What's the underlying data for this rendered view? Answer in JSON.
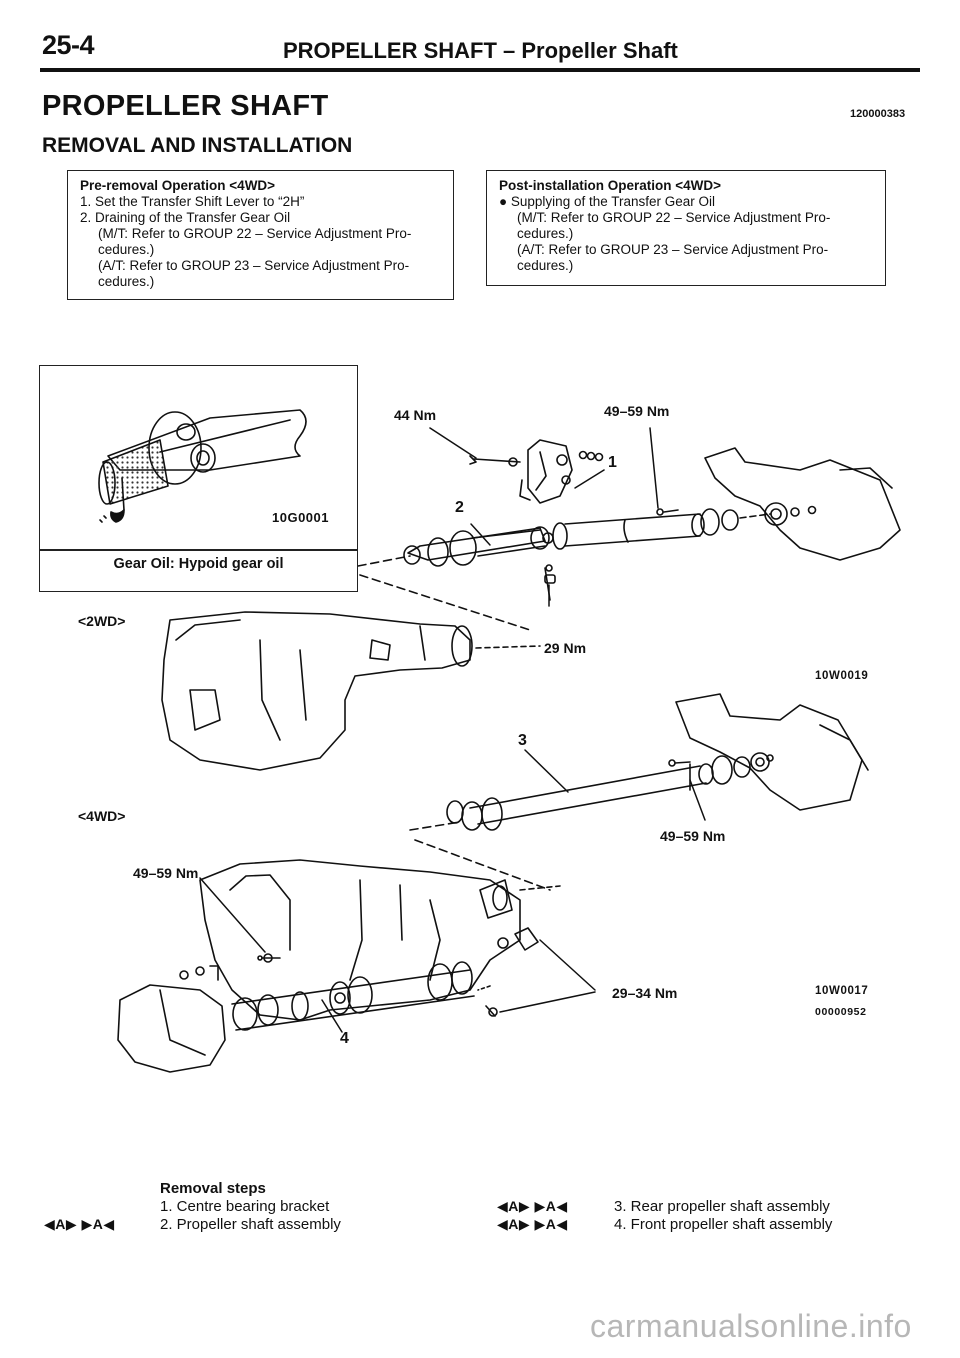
{
  "header": {
    "page_number": "25-4",
    "title": "PROPELLER SHAFT – Propeller Shaft"
  },
  "doc": {
    "title": "PROPELLER SHAFT",
    "code": "120000383",
    "subtitle": "REMOVAL AND INSTALLATION"
  },
  "pre_box": {
    "heading": "Pre-removal Operation <4WD>",
    "line1": "1. Set the Transfer Shift Lever to “2H”",
    "line2": "2. Draining of the Transfer Gear Oil",
    "line3": "(M/T: Refer to GROUP 22 – Service Adjustment Pro-",
    "line4": "cedures.)",
    "line5": "(A/T: Refer to GROUP 23 – Service Adjustment Pro-",
    "line6": "cedures.)"
  },
  "post_box": {
    "heading": "Post-installation Operation <4WD>",
    "line1": "● Supplying of the Transfer Gear Oil",
    "line2": "(M/T: Refer to GROUP 22 – Service Adjustment Pro-",
    "line3": "cedures.)",
    "line4": "(A/T: Refer to GROUP 23 – Service Adjustment Pro-",
    "line5": "cedures.)"
  },
  "inset": {
    "code": "10G0001",
    "caption": "Gear Oil: Hypoid gear oil"
  },
  "diagram": {
    "variant_2wd": "<2WD>",
    "variant_4wd": "<4WD>",
    "torque_44": "44 Nm",
    "torque_4959_top": "49–59 Nm",
    "torque_29": "29 Nm",
    "torque_4959_mid": "49–59 Nm",
    "torque_4959_left": "49–59 Nm",
    "torque_2934": "29–34 Nm",
    "callout_1": "1",
    "callout_2": "2",
    "callout_3": "3",
    "callout_4": "4",
    "code_2wd": "10W0019",
    "code_4wd": "10W0017",
    "code_page": "00000952"
  },
  "steps": {
    "heading": "Removal steps",
    "step1": "1. Centre bearing bracket",
    "step2": "2. Propeller shaft assembly",
    "step3": "3. Rear propeller shaft assembly",
    "step4": "4. Front propeller shaft assembly",
    "marks": "◀A▶  ▶A◀"
  },
  "watermark": "carmanualsonline.info"
}
